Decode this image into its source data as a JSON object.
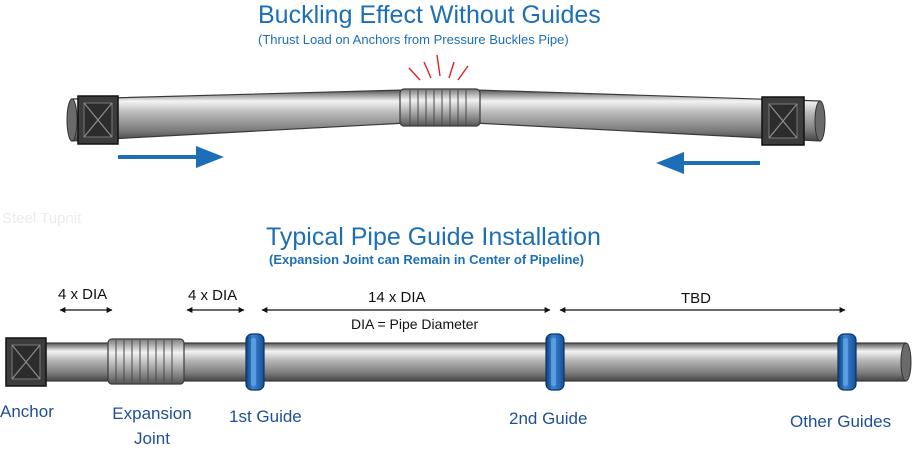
{
  "top": {
    "title": "Buckling Effect Without Guides",
    "subtitle": "(Thrust Load on Anchors from Pressure Buckles Pipe)"
  },
  "bottom": {
    "title": "Typical Pipe Guide Installation",
    "subtitle": "(Expansion Joint can Remain in Center of Pipeline)",
    "dimensions": {
      "dim1": "4 x DIA",
      "dim2": "4 x DIA",
      "dim3": "14 x DIA",
      "dim4": "TBD",
      "note": "DIA = Pipe Diameter"
    },
    "labels": {
      "anchor": "Anchor",
      "expansion_line1": "Expansion",
      "expansion_line2": "Joint",
      "guide1": "1st Guide",
      "guide2": "2nd Guide",
      "other_guides": "Other Guides"
    }
  },
  "watermark": "Steel Tupnit",
  "colors": {
    "accent_blue": "#1c6fb7",
    "label_blue": "#1f4f95",
    "guide_blue": "#2a6fbf",
    "stress_red": "#e0202a"
  }
}
